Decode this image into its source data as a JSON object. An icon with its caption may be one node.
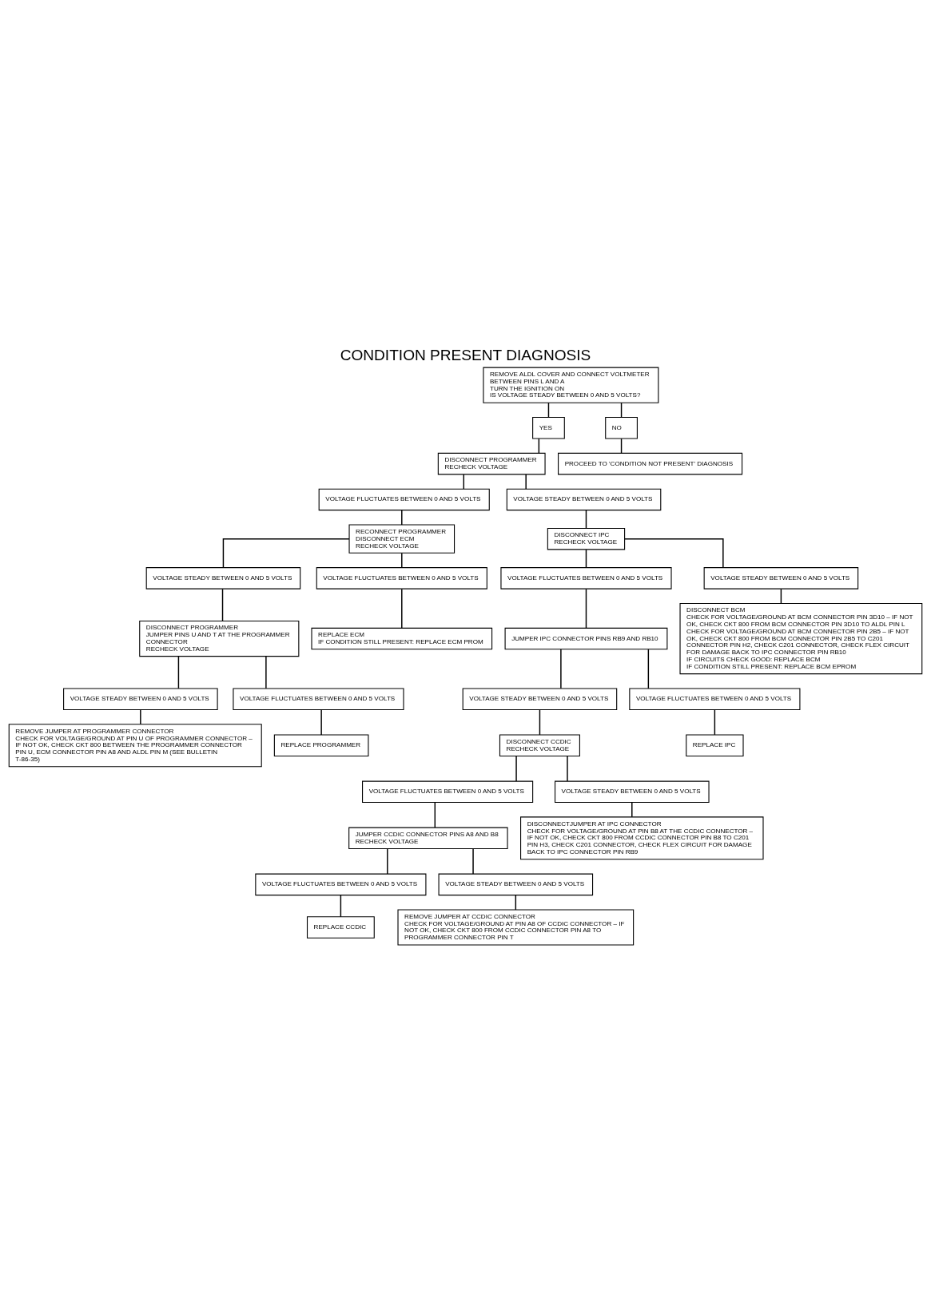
{
  "diagram": {
    "title": "CONDITION PRESENT DIAGNOSIS",
    "nodes": [
      {
        "text": [
          "REMOVE ALDL COVER AND CONNECT VOLTMETER BETWEEN PINS L AND A",
          "TURN THE IGNITION ON",
          "IS VOLTAGE STEADY BETWEEN 0 AND 5 VOLTS?"
        ]
      },
      {
        "text": [
          "YES"
        ]
      },
      {
        "text": [
          "NO"
        ]
      },
      {
        "text": [
          "DISCONNECT PROGRAMMER",
          "RECHECK VOLTAGE"
        ]
      },
      {
        "text": [
          "PROCEED TO 'CONDITION NOT PRESENT' DIAGNOSIS"
        ]
      },
      {
        "text": [
          "VOLTAGE FLUCTUATES BETWEEN 0 AND 5 VOLTS"
        ]
      },
      {
        "text": [
          "VOLTAGE STEADY BETWEEN 0 AND 5 VOLTS"
        ]
      },
      {
        "text": [
          "RECONNECT PROGRAMMER",
          "DISCONNECT ECM",
          "RECHECK VOLTAGE"
        ]
      },
      {
        "text": [
          "DISCONNECT IPC",
          "RECHECK VOLTAGE"
        ]
      },
      {
        "text": [
          "VOLTAGE FLUCTUATES BETWEEN 0 AND 5 VOLTS"
        ]
      },
      {
        "text": [
          "VOLTAGE STEADY BETWEEN 0 AND 5 VOLTS"
        ]
      },
      {
        "text": [
          "JUMPER IPC CONNECTOR PINS RB9 AND RB10"
        ]
      },
      {
        "text": [
          "DISCONNECT BCM",
          "CHECK FOR VOLTAGE/GROUND AT BCM CONNECTOR PIN 3D10 – IF NOT OK, CHECK CKT 800 FROM BCM CONNECTOR PIN 3D10 TO ALDL PIN L",
          "CHECK FOR VOLTAGE/GROUND AT BCM CONNECTOR PIN 2B5 – IF NOT OK, CHECK CKT 800 FROM BCM CONNECTOR PIN 2B5 TO C201 CONNECTOR PIN H2, CHECK C201 CONNECTOR, CHECK FLEX CIRCUIT FOR DAMAGE BACK TO IPC CONNECTOR PIN RB10",
          "IF CIRCUITS CHECK GOOD: REPLACE BCM",
          "IF CONDITION STILL PRESENT: REPLACE BCM EPROM"
        ]
      },
      {
        "text": [
          "VOLTAGE STEADY BETWEEN 0 AND 5 VOLTS"
        ]
      },
      {
        "text": [
          "VOLTAGE FLUCTUATES BETWEEN 0 AND 5 VOLTS"
        ]
      },
      {
        "text": [
          "DISCONNECT CCDIC",
          "RECHECK VOLTAGE"
        ]
      },
      {
        "text": [
          "REPLACE IPC"
        ]
      },
      {
        "text": [
          "VOLTAGE FLUCTUATES BETWEEN 0 AND 5 VOLTS"
        ]
      },
      {
        "text": [
          "VOLTAGE STEADY BETWEEN 0 AND 5 VOLTS"
        ]
      },
      {
        "text": [
          "JUMPER CCDIC CONNECTOR PINS A8 AND B8",
          "RECHECK VOLTAGE"
        ]
      },
      {
        "text": [
          "DISCONNECTJUMPER AT IPC CONNECTOR",
          "CHECK FOR VOLTAGE/GROUND AT PIN B8 AT THE CCDIC CONNECTOR – IF NOT OK, CHECK CKT 800 FROM CCDIC CONNECTOR PIN B8 TO C201 PIN H3, CHECK C201 CONNECTOR, CHECK FLEX CIRCUIT FOR DAMAGE BACK TO IPC CONNECTOR PIN RB9"
        ]
      },
      {
        "text": [
          "VOLTAGE FLUCTUATES BETWEEN 0 AND 5 VOLTS"
        ]
      },
      {
        "text": [
          "VOLTAGE STEADY BETWEEN 0 AND 5 VOLTS"
        ]
      },
      {
        "text": [
          "REPLACE CCDIC"
        ]
      },
      {
        "text": [
          "REMOVE JUMPER AT CCDIC CONNECTOR",
          "CHECK FOR VOLTAGE/GROUND AT PIN A8 OF CCDIC CONNECTOR – IF NOT OK, CHECK CKT 800 FROM CCDIC CONNECTOR PIN A8 TO PROGRAMMER CONNECTOR PIN T"
        ]
      },
      {
        "text": [
          "VOLTAGE STEADY BETWEEN 0 AND 5 VOLTS"
        ]
      },
      {
        "text": [
          "VOLTAGE FLUCTUATES BETWEEN 0 AND 5 VOLTS"
        ]
      },
      {
        "text": [
          "DISCONNECT PROGRAMMER",
          "JUMPER PINS U AND T AT THE PROGRAMMER CONNECTOR",
          "RECHECK VOLTAGE"
        ]
      },
      {
        "text": [
          "REPLACE ECM",
          "IF CONDITION STILL PRESENT: REPLACE ECM PROM"
        ]
      },
      {
        "text": [
          "VOLTAGE STEADY BETWEEN 0 AND 5 VOLTS"
        ]
      },
      {
        "text": [
          "VOLTAGE FLUCTUATES BETWEEN 0 AND 5 VOLTS"
        ]
      },
      {
        "text": [
          "REMOVE JUMPER AT PROGRAMMER CONNECTOR",
          "CHECK FOR VOLTAGE/GROUND AT PIN U OF PROGRAMMER CONNECTOR – IF NOT OK, CHECK CKT 800 BETWEEN THE PROGRAMMER CONNECTOR PIN U, ECM CONNECTOR PIN A8 AND ALDL PIN M (SEE BULLETIN T-86-35)"
        ]
      },
      {
        "text": [
          "REPLACE PROGRAMMER"
        ]
      }
    ],
    "edges": [
      {
        "from": 0,
        "to": 1,
        "arrow": "none"
      },
      {
        "from": 0,
        "to": 2,
        "arrow": "none"
      },
      {
        "from": 1,
        "to": 3,
        "arrow": "none"
      },
      {
        "from": 2,
        "to": 4,
        "arrow": "none"
      },
      {
        "from": 3,
        "to": 5,
        "arrow": "none"
      },
      {
        "from": 3,
        "to": 6,
        "arrow": "none"
      },
      {
        "from": 5,
        "to": 7,
        "arrow": "none"
      },
      {
        "from": 6,
        "to": 8,
        "arrow": "none"
      },
      {
        "from": 8,
        "to": 9,
        "arrow": "none"
      },
      {
        "from": 8,
        "to": 10,
        "arrow": "none"
      },
      {
        "from": 9,
        "to": 11,
        "arrow": "none"
      },
      {
        "from": 10,
        "to": 12,
        "arrow": "none"
      },
      {
        "from": 11,
        "to": 13,
        "arrow": "none"
      },
      {
        "from": 11,
        "to": 14,
        "arrow": "none"
      },
      {
        "from": 13,
        "to": 15,
        "arrow": "none"
      },
      {
        "from": 14,
        "to": 16,
        "arrow": "none"
      },
      {
        "from": 15,
        "to": 17,
        "arrow": "none"
      },
      {
        "from": 15,
        "to": 18,
        "arrow": "none"
      },
      {
        "from": 17,
        "to": 19,
        "arrow": "none"
      },
      {
        "from": 18,
        "to": 20,
        "arrow": "none"
      },
      {
        "from": 19,
        "to": 21,
        "arrow": "none"
      },
      {
        "from": 19,
        "to": 22,
        "arrow": "none"
      },
      {
        "from": 21,
        "to": 23,
        "arrow": "none"
      },
      {
        "from": 22,
        "to": 24,
        "arrow": "none"
      },
      {
        "from": 7,
        "to": 25,
        "arrow": "none"
      },
      {
        "from": 7,
        "to": 26,
        "arrow": "none"
      },
      {
        "from": 25,
        "to": 27,
        "arrow": "none"
      },
      {
        "from": 26,
        "to": 28,
        "arrow": "none"
      },
      {
        "from": 27,
        "to": 29,
        "arrow": "none"
      },
      {
        "from": 27,
        "to": 30,
        "arrow": "none"
      },
      {
        "from": 29,
        "to": 31,
        "arrow": "none"
      },
      {
        "from": 30,
        "to": 32,
        "arrow": "none"
      }
    ]
  }
}
